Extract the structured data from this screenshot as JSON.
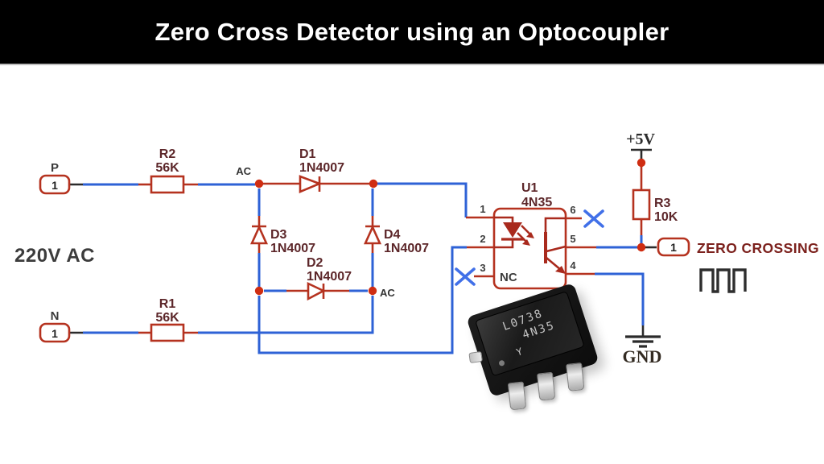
{
  "header": {
    "title": "Zero Cross Detector using an Optocoupler"
  },
  "sch": {
    "source": {
      "voltage": "220V AC",
      "p": "P",
      "p_pin": "1",
      "n": "N",
      "n_pin": "1"
    },
    "ac_top": "AC",
    "ac_bottom": "AC",
    "r2": {
      "ref": "R2",
      "val": "56K"
    },
    "r1": {
      "ref": "R1",
      "val": "56K"
    },
    "r3": {
      "ref": "R3",
      "val": "10K"
    },
    "d1": {
      "ref": "D1",
      "val": "1N4007"
    },
    "d2": {
      "ref": "D2",
      "val": "1N4007"
    },
    "d3": {
      "ref": "D3",
      "val": "1N4007"
    },
    "d4": {
      "ref": "D4",
      "val": "1N4007"
    },
    "u1": {
      "ref": "U1",
      "part": "4N35",
      "nc": "NC",
      "p1": "1",
      "p2": "2",
      "p3": "3",
      "p4": "4",
      "p5": "5",
      "p6": "6"
    },
    "pwr": {
      "vcc": "+5V",
      "gnd": "GND"
    },
    "out": {
      "pin": "1",
      "label": "ZERO CROSSING"
    }
  },
  "chip": {
    "l1": "L0738",
    "l2": "4N35",
    "l3": "Y"
  },
  "colors": {
    "title_bg": "#000000",
    "title_fg": "#ffffff",
    "wire_blue": "#2e62d6",
    "component_red": "#b5321f",
    "junction_dot": "#cf2d12",
    "led_fill": "#a92a1d",
    "label_maroon": "#5c2629",
    "text_gray": "#3a3a3a",
    "no_connect_x": "#4170e8",
    "output_label": "#7c211d",
    "symbol_dark": "#2b2b2b"
  }
}
